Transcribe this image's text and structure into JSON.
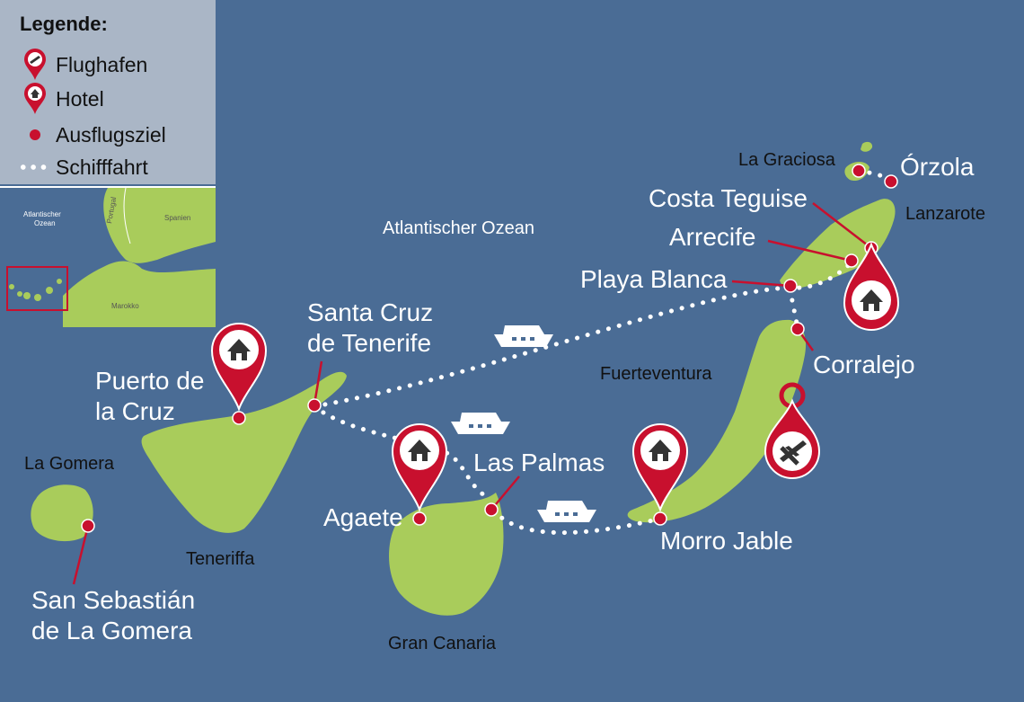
{
  "legend": {
    "title": "Legende:",
    "items": [
      {
        "label": "Flughafen",
        "icon": "airport-pin-icon"
      },
      {
        "label": "Hotel",
        "icon": "hotel-pin-icon"
      },
      {
        "label": "Ausflugsziel",
        "icon": "excursion-dot-icon"
      },
      {
        "label": "Schifffahrt",
        "icon": "ferry-route-dots-icon"
      }
    ]
  },
  "inset": {
    "ocean": "Atlantischer\nOzean",
    "portugal": "Portugal",
    "spain": "Spanien",
    "morocco": "Marokko"
  },
  "map": {
    "ocean": "Atlantischer Ozean",
    "islands": {
      "la_gomera": "La Gomera",
      "tenerife": "Teneriffa",
      "gran_canaria": "Gran Canaria",
      "fuerteventura": "Fuerteventura",
      "lanzarote": "Lanzarote",
      "la_graciosa": "La Graciosa"
    },
    "places": {
      "puerto_de_la_cruz_1": "Puerto de",
      "puerto_de_la_cruz_2": "la Cruz",
      "santa_cruz_1": "Santa Cruz",
      "santa_cruz_2": "de Tenerife",
      "san_sebastian_1": "San Sebastián",
      "san_sebastian_2": "de La Gomera",
      "agaete": "Agaete",
      "las_palmas": "Las Palmas",
      "morro_jable": "Morro Jable",
      "corralejo": "Corralejo",
      "playa_blanca": "Playa Blanca",
      "arrecife": "Arrecife",
      "costa_teguise": "Costa Teguise",
      "orzola": "Órzola"
    }
  },
  "colors": {
    "ocean": "#4a6c95",
    "land": "#a9cc5b",
    "marker": "#c8102e",
    "route": "#ffffff",
    "legend_bg": "#aab6c6"
  }
}
